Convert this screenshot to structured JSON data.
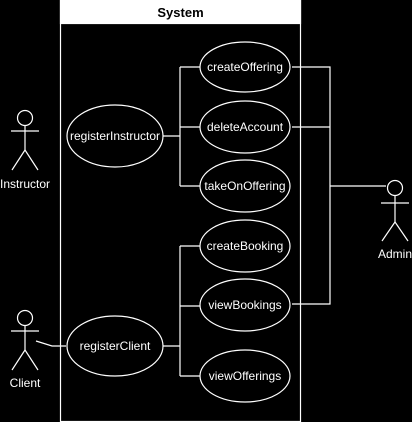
{
  "system": {
    "title": "System"
  },
  "use_cases": {
    "create_offering": "createOffering",
    "register_instructor": "registerInstructor",
    "delete_account": "deleteAccount",
    "take_on_offering": "takeOnOffering",
    "create_booking": "createBooking",
    "view_bookings": "viewBookings",
    "register_client": "registerClient",
    "view_offerings": "viewOfferings"
  },
  "actors": {
    "instructor": "Instructor",
    "client": "Client",
    "admin": "Admin"
  },
  "colors": {
    "background": "#000000",
    "line": "#ffffff",
    "title_bar": "#ffffff"
  }
}
